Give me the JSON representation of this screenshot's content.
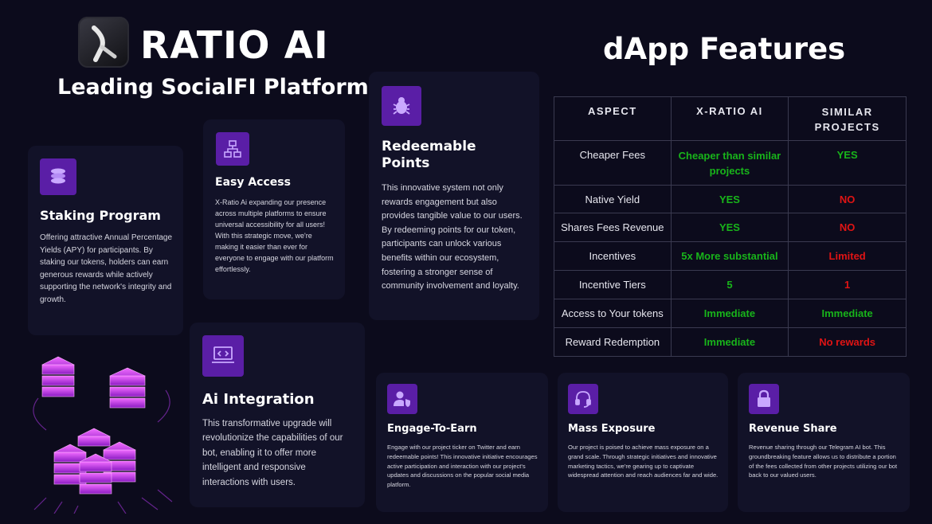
{
  "header": {
    "logo_text": "RATIO AI",
    "subtitle": "Leading SocialFI Platform",
    "features_title": "dApp Features"
  },
  "cards": {
    "staking": {
      "icon": "coins-icon",
      "title": "Staking Program",
      "text": "Offering attractive Annual Percentage Yields (APY) for participants. By staking our tokens, holders can earn generous rewards while actively supporting the network's integrity and growth."
    },
    "easy_access": {
      "icon": "network-icon",
      "title": "Easy Access",
      "text": "X-Ratio Ai expanding our presence across multiple platforms to ensure universal accessibility for all users! With this strategic move, we're making it easier than ever for everyone to engage with our platform effortlessly."
    },
    "redeemable": {
      "icon": "bug-icon",
      "title": "Redeemable Points",
      "text": "This innovative system not only rewards engagement but also provides tangible value to our users. By redeeming points for our token, participants can unlock various benefits within our ecosystem, fostering a stronger sense of community involvement and loyalty."
    },
    "ai_integration": {
      "icon": "code-laptop-icon",
      "title": "Ai Integration",
      "text": "This transformative upgrade will revolutionize the capabilities of our bot, enabling it to offer more intelligent and responsive interactions with users."
    },
    "engage": {
      "icon": "user-shield-icon",
      "title": "Engage-To-Earn",
      "text": "Engage with our project ticker on Twitter and earn redeemable points! This innovative initiative encourages active participation and interaction with our project's updates and discussions on the popular social media platform."
    },
    "mass": {
      "icon": "headset-icon",
      "title": "Mass Exposure",
      "text": "Our project is poised to achieve mass exposure on a grand scale. Through strategic initiatives and innovative marketing tactics, we're gearing up to captivate widespread attention and reach audiences far and wide."
    },
    "revenue": {
      "icon": "lock-icon",
      "title": "Revenue Share",
      "text": "Revenue sharing through our Telegram AI bot. This groundbreaking feature allows us to distribute a portion of the fees collected from other projects utilizing our bot back to our valued users."
    }
  },
  "table": {
    "headers": [
      "ASPECT",
      "X-RATIO AI",
      "SIMILAR PROJECTS"
    ],
    "rows": [
      {
        "aspect": "Cheaper Fees",
        "xratio": "Cheaper than similar projects",
        "similar": "YES"
      },
      {
        "aspect": "Native Yield",
        "xratio": "YES",
        "similar": "NO"
      },
      {
        "aspect": "Shares Fees Revenue",
        "xratio": "YES",
        "similar": "NO"
      },
      {
        "aspect": "Incentives",
        "xratio": "5x More substantial",
        "similar": "Limited"
      },
      {
        "aspect": "Incentive Tiers",
        "xratio": "5",
        "similar": "1"
      },
      {
        "aspect": "Access to Your tokens",
        "xratio": "Immediate",
        "similar": "Immediate"
      },
      {
        "aspect": "Reward Redemption",
        "xratio": "Immediate",
        "similar": "No rewards"
      }
    ],
    "colors": {
      "positive": "#18b41a",
      "negative": "#e01414"
    }
  },
  "accent_color": "#5a1ea6"
}
